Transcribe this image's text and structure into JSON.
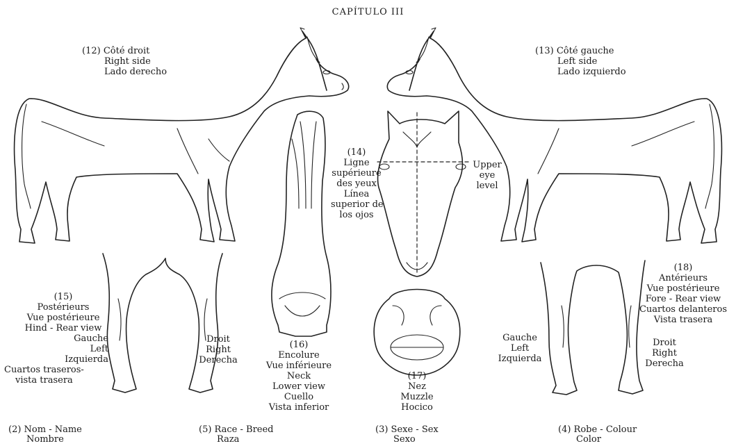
{
  "page_title": "CAPÍTULO III",
  "labels": {
    "right_side": [
      "(12) Côté droit",
      "Right side",
      "Lado derecho"
    ],
    "left_side": [
      "(13) Côté gauche",
      "Left side",
      "Lado izquierdo"
    ],
    "eye_line": [
      "(14)",
      "Ligne",
      "supérieure",
      "des yeux",
      "Línea",
      "superior de",
      "los ojos"
    ],
    "upper_eye": [
      "Upper",
      "eye",
      "level"
    ],
    "hind": [
      "(15)",
      "Postérieurs",
      "Vue postérieure",
      "Hind - Rear view",
      "Gauche",
      "Left",
      "Izquierda",
      "Cuartos traseros-",
      "vista trasera"
    ],
    "hind_right": [
      "Droit",
      "Right",
      "Derecha"
    ],
    "neck": [
      "(16)",
      "Encolure",
      "Vue inférieure",
      "Neck",
      "Lower view",
      "Cuello",
      "Vista inferior"
    ],
    "muzzle": [
      "(17)",
      "Nez",
      "Muzzle",
      "Hocico"
    ],
    "fore": [
      "(18)",
      "Antérieurs",
      "Vue postérieure",
      "Fore - Rear view",
      "Cuartos delanteros",
      "Vista trasera"
    ],
    "fore_left": [
      "Gauche",
      "Left",
      "Izquierda"
    ],
    "fore_right": [
      "Droit",
      "Right",
      "Derecha"
    ]
  },
  "fields": [
    {
      "line1": "(2)  Nom - Name",
      "line2": "Nombre"
    },
    {
      "line1": "(5)  Race - Breed",
      "line2": "Raza"
    },
    {
      "line1": "(3)  Sexe - Sex",
      "line2": "Sexo"
    },
    {
      "line1": "(4)  Robe - Colour",
      "line2": "Color"
    }
  ]
}
